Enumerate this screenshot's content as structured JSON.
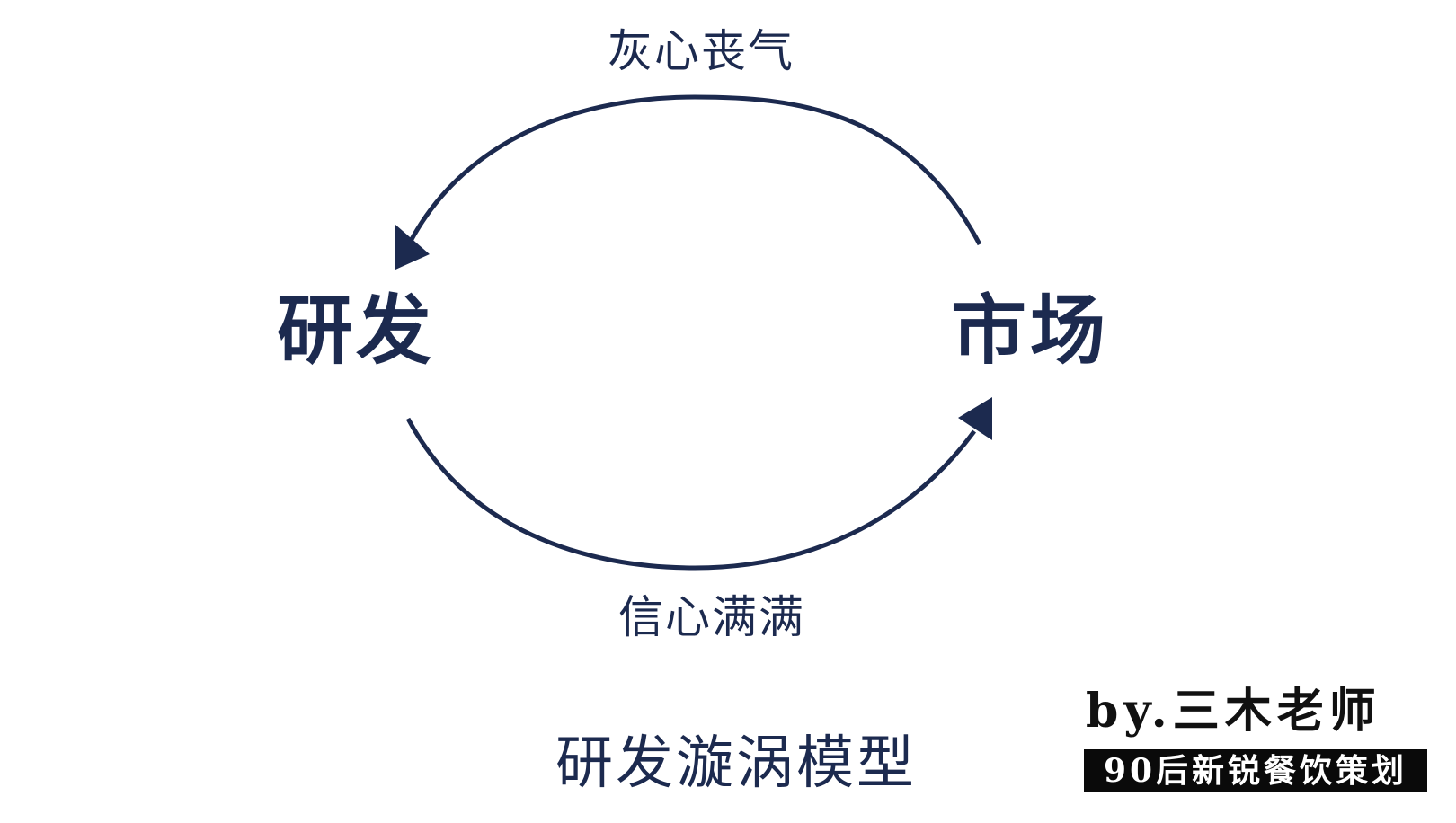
{
  "diagram": {
    "top_label": "灰心丧气",
    "bottom_label": "信心满满",
    "left_node": "研发",
    "right_node": "市场",
    "title": "研发漩涡模型",
    "arrow_color": "#1c2a4f"
  },
  "credit": {
    "author": "by.三木老师",
    "banner": "90后新锐餐饮策划",
    "banner_bg": "#0a0a0a"
  }
}
